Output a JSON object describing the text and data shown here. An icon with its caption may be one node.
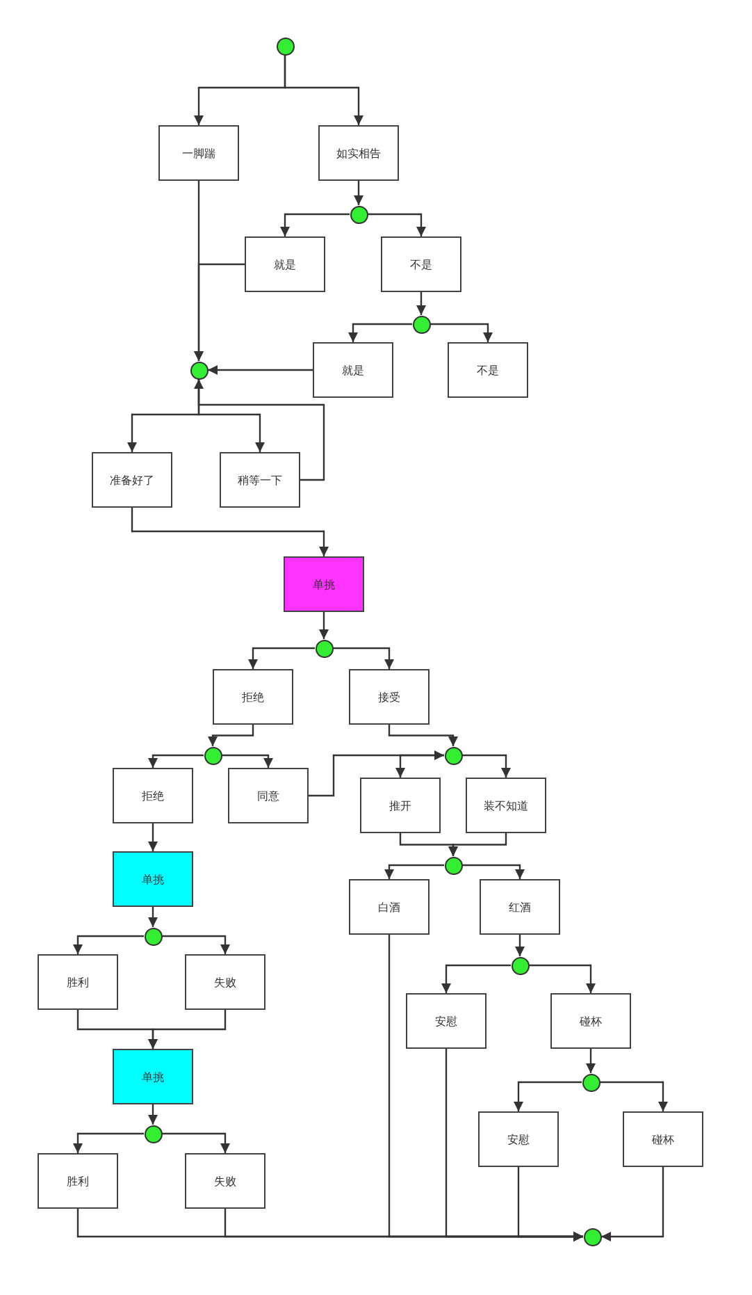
{
  "diagram": {
    "nodes": [
      {
        "text": [],
        "shape": "circle"
      },
      {
        "text": [
          "一脚踹"
        ]
      },
      {
        "text": [
          "如实相告"
        ]
      },
      {
        "text": [],
        "shape": "circle"
      },
      {
        "text": [
          "就是"
        ]
      },
      {
        "text": [
          "不是"
        ]
      },
      {
        "text": [],
        "shape": "circle"
      },
      {
        "text": [],
        "shape": "circle"
      },
      {
        "text": [
          "就是"
        ]
      },
      {
        "text": [
          "不是"
        ]
      },
      {
        "text": [
          "准备好了"
        ]
      },
      {
        "text": [
          "稍等一下"
        ]
      },
      {
        "text": [
          "单挑"
        ]
      },
      {
        "text": [],
        "shape": "circle"
      },
      {
        "text": [
          "拒绝"
        ]
      },
      {
        "text": [
          "接受"
        ]
      },
      {
        "text": [],
        "shape": "circle"
      },
      {
        "text": [],
        "shape": "circle"
      },
      {
        "text": [
          "拒绝"
        ]
      },
      {
        "text": [
          "同意"
        ]
      },
      {
        "text": [
          "推开"
        ]
      },
      {
        "text": [
          "装不知道"
        ]
      },
      {
        "text": [
          "单挑"
        ]
      },
      {
        "text": [],
        "shape": "circle"
      },
      {
        "text": [
          "白酒"
        ]
      },
      {
        "text": [
          "红酒"
        ]
      },
      {
        "text": [],
        "shape": "circle"
      },
      {
        "text": [],
        "shape": "circle"
      },
      {
        "text": [
          "胜利"
        ]
      },
      {
        "text": [
          "失败"
        ]
      },
      {
        "text": [
          "安慰"
        ]
      },
      {
        "text": [
          "碰杯"
        ]
      },
      {
        "text": [
          "单挑"
        ]
      },
      {
        "text": [],
        "shape": "circle"
      },
      {
        "text": [
          "安慰"
        ]
      },
      {
        "text": [
          "碰杯"
        ]
      },
      {
        "text": [],
        "shape": "circle"
      },
      {
        "text": [
          "胜利"
        ]
      },
      {
        "text": [
          "失败"
        ]
      },
      {
        "text": [],
        "shape": "circle"
      }
    ],
    "edges": [
      {
        "from": 0,
        "to": 1,
        "arrow": "to"
      },
      {
        "from": 0,
        "to": 2,
        "arrow": "to"
      },
      {
        "from": 2,
        "to": 3,
        "arrow": "to"
      },
      {
        "from": 3,
        "to": 4,
        "arrow": "to"
      },
      {
        "from": 3,
        "to": 5,
        "arrow": "to"
      },
      {
        "from": 1,
        "to": 7,
        "arrow": "to"
      },
      {
        "from": 4,
        "to": 7,
        "arrow": "to"
      },
      {
        "from": 5,
        "to": 6,
        "arrow": "to"
      },
      {
        "from": 6,
        "to": 8,
        "arrow": "to"
      },
      {
        "from": 6,
        "to": 9,
        "arrow": "to"
      },
      {
        "from": 8,
        "to": 7,
        "arrow": "to"
      },
      {
        "from": 7,
        "to": 10,
        "arrow": "to"
      },
      {
        "from": 7,
        "to": 11,
        "arrow": "to"
      },
      {
        "from": 11,
        "to": 7,
        "arrow": "to"
      },
      {
        "from": 10,
        "to": 12,
        "arrow": "to"
      },
      {
        "from": 12,
        "to": 13,
        "arrow": "to"
      },
      {
        "from": 13,
        "to": 14,
        "arrow": "to"
      },
      {
        "from": 13,
        "to": 15,
        "arrow": "to"
      },
      {
        "from": 14,
        "to": 16,
        "arrow": "to"
      },
      {
        "from": 15,
        "to": 17,
        "arrow": "to"
      },
      {
        "from": 16,
        "to": 18,
        "arrow": "to"
      },
      {
        "from": 16,
        "to": 19,
        "arrow": "to"
      },
      {
        "from": 19,
        "to": 17,
        "arrow": "to"
      },
      {
        "from": 17,
        "to": 20,
        "arrow": "to"
      },
      {
        "from": 17,
        "to": 21,
        "arrow": "to"
      },
      {
        "from": 18,
        "to": 22,
        "arrow": "to"
      },
      {
        "from": 20,
        "to": 23,
        "arrow": "to"
      },
      {
        "from": 21,
        "to": 23,
        "arrow": "to"
      },
      {
        "from": 23,
        "to": 24,
        "arrow": "to"
      },
      {
        "from": 23,
        "to": 25,
        "arrow": "to"
      },
      {
        "from": 22,
        "to": 26,
        "arrow": "to"
      },
      {
        "from": 25,
        "to": 27,
        "arrow": "to"
      },
      {
        "from": 26,
        "to": 28,
        "arrow": "to"
      },
      {
        "from": 26,
        "to": 29,
        "arrow": "to"
      },
      {
        "from": 27,
        "to": 30,
        "arrow": "to"
      },
      {
        "from": 27,
        "to": 31,
        "arrow": "to"
      },
      {
        "from": 28,
        "to": 32,
        "arrow": "to"
      },
      {
        "from": 29,
        "to": 32,
        "arrow": "to"
      },
      {
        "from": 31,
        "to": 33,
        "arrow": "to"
      },
      {
        "from": 33,
        "to": 34,
        "arrow": "to"
      },
      {
        "from": 33,
        "to": 35,
        "arrow": "to"
      },
      {
        "from": 32,
        "to": 36,
        "arrow": "to"
      },
      {
        "from": 36,
        "to": 37,
        "arrow": "to"
      },
      {
        "from": 36,
        "to": 38,
        "arrow": "to"
      },
      {
        "from": 24,
        "to": 39,
        "arrow": "to"
      },
      {
        "from": 30,
        "to": 39,
        "arrow": "to"
      },
      {
        "from": 34,
        "to": 39,
        "arrow": "to"
      },
      {
        "from": 37,
        "to": 39,
        "arrow": "to"
      },
      {
        "from": 38,
        "to": 39,
        "arrow": "to"
      },
      {
        "from": 35,
        "to": 39,
        "arrow": "to"
      }
    ]
  }
}
